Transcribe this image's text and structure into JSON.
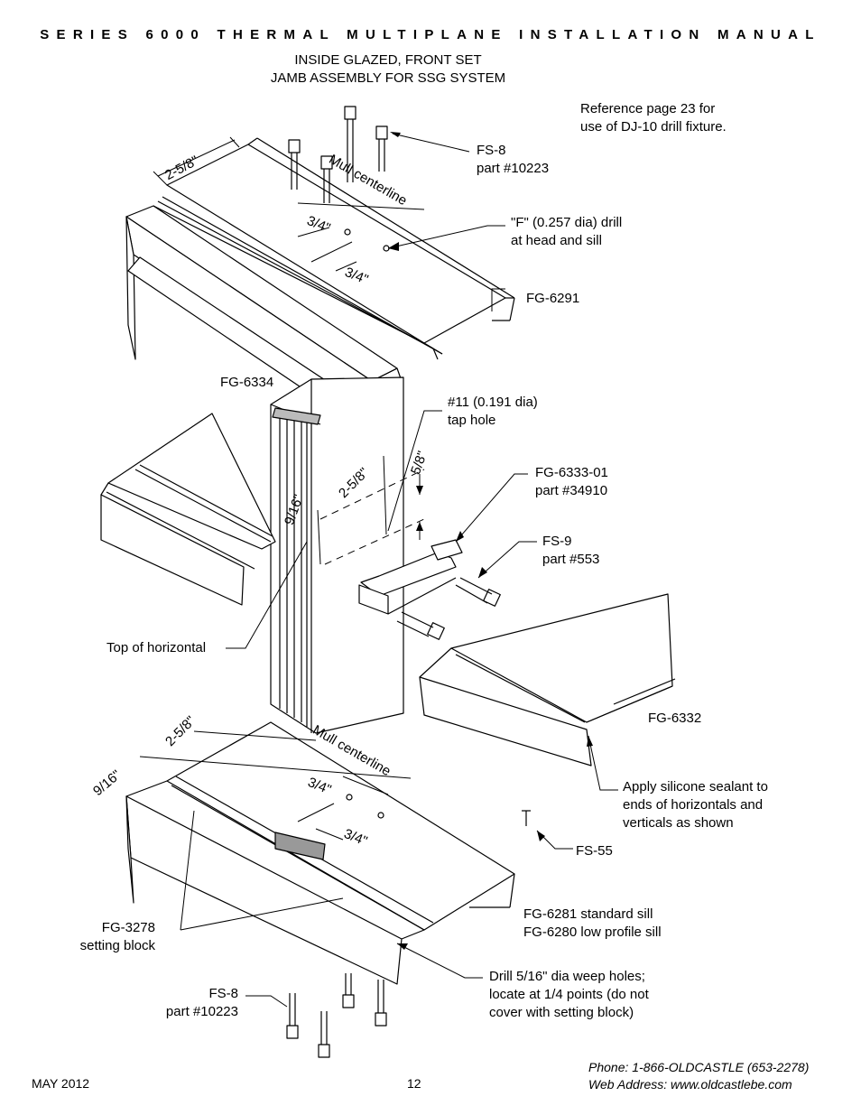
{
  "header": {
    "title": "SERIES 6000 THERMAL MULTIPLANE INSTALLATION MANUAL",
    "subtitle_line1": "INSIDE GLAZED, FRONT SET",
    "subtitle_line2": "JAMB ASSEMBLY FOR SSG SYSTEM"
  },
  "callouts": {
    "reference": [
      "Reference page 23 for",
      "use of DJ-10 drill fixture."
    ],
    "fs8_top": [
      "FS-8",
      "part #10223"
    ],
    "drill_f": [
      "\"F\" (0.257 dia) drill",
      "at head and sill"
    ],
    "fg6291": "FG-6291",
    "fg6334": "FG-6334",
    "tap_hole": [
      "#11 (0.191 dia)",
      "tap hole"
    ],
    "fg6333": [
      "FG-6333-01",
      "part #34910"
    ],
    "fs9": [
      "FS-9",
      "part #553"
    ],
    "top_of_horizontal": "Top of horizontal",
    "fg6332": "FG-6332",
    "sealant": [
      "Apply silicone sealant to",
      "ends of horizontals and",
      "verticals as shown"
    ],
    "fs55": "FS-55",
    "sill": [
      "FG-6281 standard sill",
      "FG-6280 low profile sill"
    ],
    "setting_block": [
      "FG-3278",
      "setting block"
    ],
    "weep": [
      "Drill 5/16\" dia weep holes;",
      "locate at 1/4 points (do not",
      "cover with setting block)"
    ],
    "fs8_bottom": [
      "FS-8",
      "part #10223"
    ]
  },
  "dimensions": {
    "d_2_5_8_top": "2-5/8\"",
    "mull_top": "Mull centerline",
    "d_3_4_top_a": "3/4\"",
    "d_3_4_top_b": "3/4\"",
    "d_9_16_mid": "9/16\"",
    "d_2_5_8_mid": "2-5/8\"",
    "d_5_8_mid": "5/8\"",
    "d_2_5_8_bot": "2-5/8\"",
    "mull_bot": "Mull centerline",
    "d_9_16_bot": "9/16\"",
    "d_3_4_bot_a": "3/4\"",
    "d_3_4_bot_b": "3/4\""
  },
  "footer": {
    "date": "MAY 2012",
    "page_number": "12",
    "phone": "Phone: 1-866-OLDCASTLE (653-2278)",
    "web": "Web Address: www.oldcastlebe.com"
  }
}
